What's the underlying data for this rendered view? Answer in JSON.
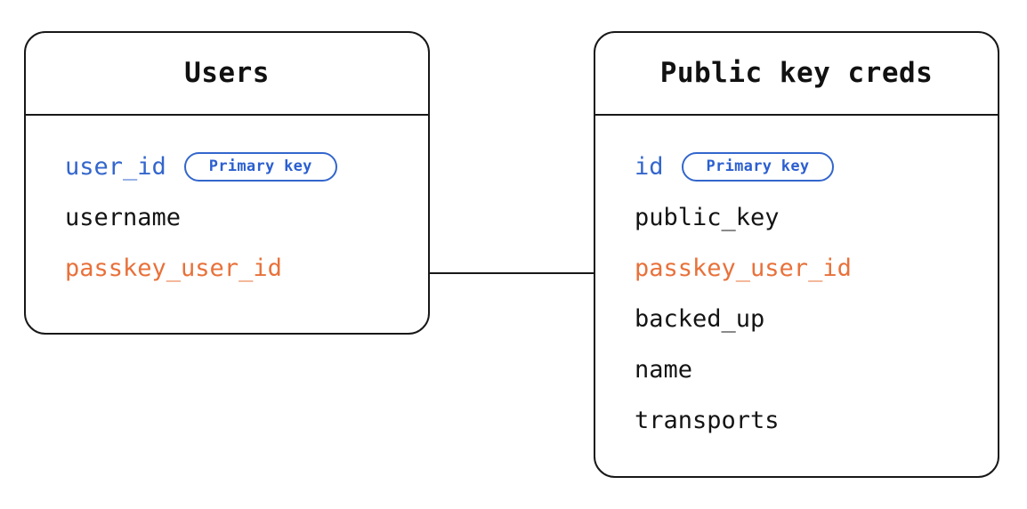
{
  "diagram": {
    "type": "entity-relationship-diagram",
    "background_color": "#ffffff",
    "colors": {
      "primary_key": "#3366cc",
      "foreign_key": "#e8713a",
      "text": "#141414",
      "border": "#181818",
      "badge_border": "#3366cc",
      "badge_text": "#2b5fd0"
    }
  },
  "entities": [
    {
      "id": "users",
      "title": "Users",
      "fields": [
        {
          "name": "user_id",
          "role": "pk",
          "badge": "Primary key"
        },
        {
          "name": "username",
          "role": "plain",
          "badge": null
        },
        {
          "name": "passkey_user_id",
          "role": "fk",
          "badge": null
        }
      ]
    },
    {
      "id": "public_key_creds",
      "title": "Public key creds",
      "fields": [
        {
          "name": "id",
          "role": "pk",
          "badge": "Primary key"
        },
        {
          "name": "public_key",
          "role": "plain",
          "badge": null
        },
        {
          "name": "passkey_user_id",
          "role": "fk",
          "badge": null
        },
        {
          "name": "backed_up",
          "role": "plain",
          "badge": null
        },
        {
          "name": "name",
          "role": "plain",
          "badge": null
        },
        {
          "name": "transports",
          "role": "plain",
          "badge": null
        }
      ]
    }
  ],
  "relationships": [
    {
      "from_entity": "users",
      "from_field": "passkey_user_id",
      "to_entity": "public_key_creds",
      "to_field": "passkey_user_id",
      "style": "solid-line"
    }
  ]
}
